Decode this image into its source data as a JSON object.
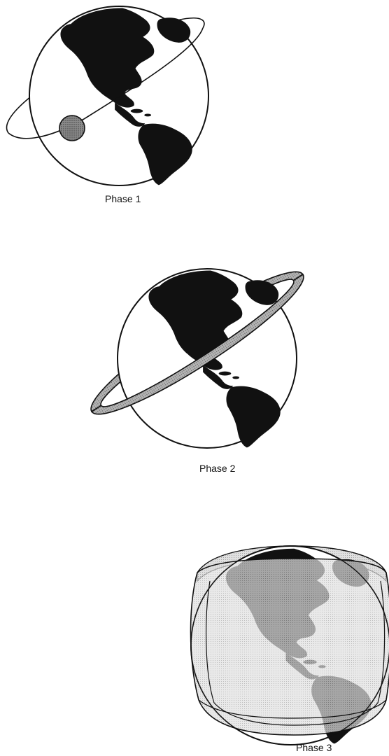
{
  "diagram": {
    "phases": [
      {
        "label": "Phase 1",
        "icon": "globe-with-orbiting-satellite-icon"
      },
      {
        "label": "Phase 2",
        "icon": "globe-with-orbital-ring-icon"
      },
      {
        "label": "Phase 3",
        "icon": "globe-enclosed-in-shell-icon"
      }
    ]
  },
  "colors": {
    "ink": "#111111",
    "background": "#ffffff",
    "ring_fill": "#9a9a9a",
    "shell_fill": "#d6d6d6",
    "satellite_fill": "#5a5a5a"
  }
}
